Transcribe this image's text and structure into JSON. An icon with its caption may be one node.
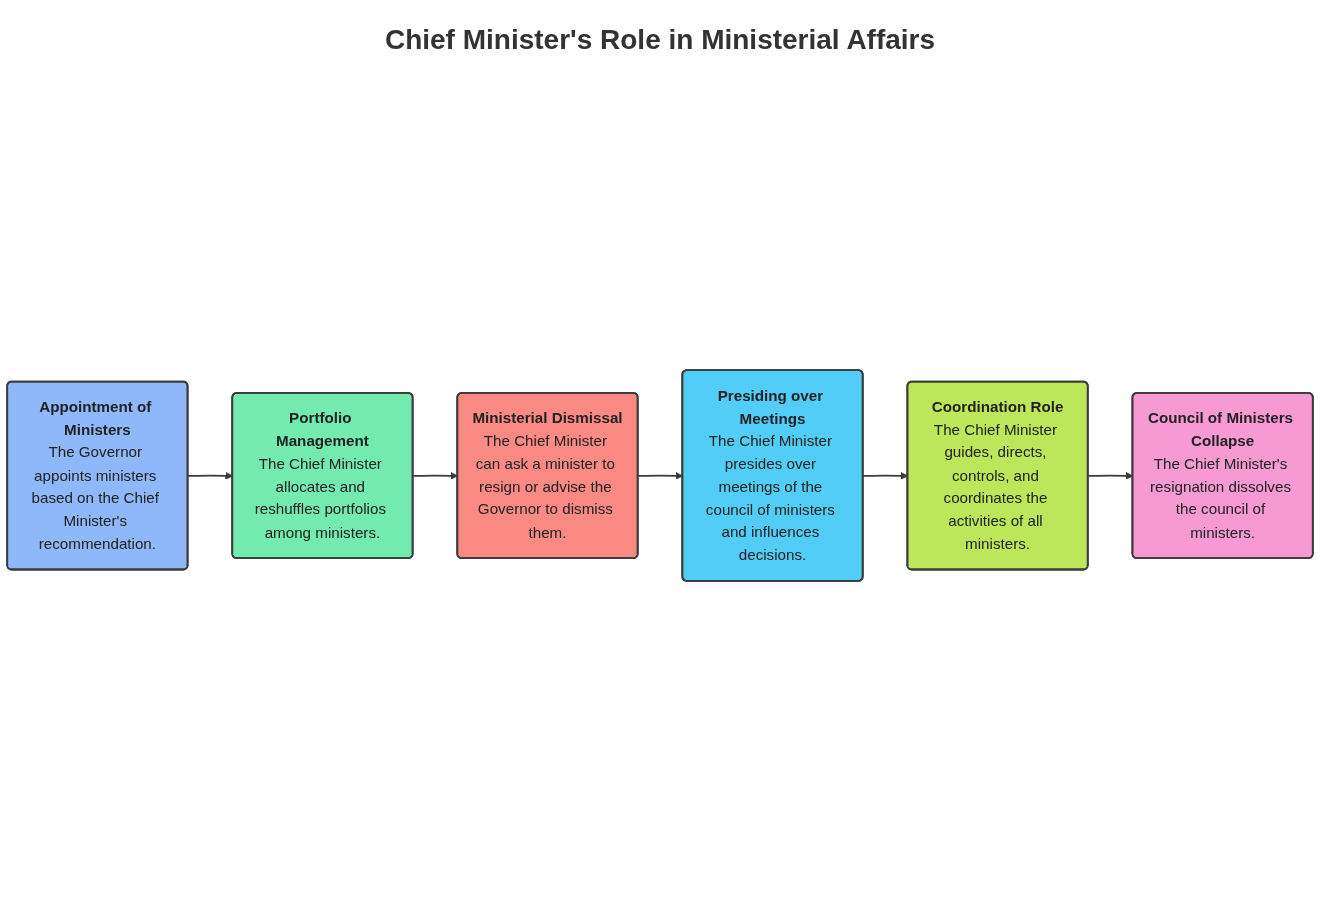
{
  "diagram": {
    "title": "Chief Minister's Role in Ministerial Affairs",
    "nodes": [
      {
        "text": [
          "Appointment of Ministers",
          "The Governor appoints ministers based on the Chief Minister's recommendation."
        ]
      },
      {
        "text": [
          "Portfolio Management",
          "The Chief Minister allocates and reshuffles portfolios among ministers."
        ]
      },
      {
        "text": [
          "Ministerial Dismissal",
          "The Chief Minister can ask a minister to resign or advise the Governor to dismiss them."
        ]
      },
      {
        "text": [
          "Presiding over Meetings",
          "The Chief Minister presides over meetings of the council of ministers and influences decisions."
        ]
      },
      {
        "text": [
          "Coordination Role",
          "The Chief Minister guides, directs, controls, and coordinates the activities of all ministers."
        ]
      },
      {
        "text": [
          "Council of Ministers Collapse",
          "The Chief Minister's resignation dissolves the council of ministers."
        ]
      }
    ],
    "edges": [
      {
        "from": 0,
        "to": 1,
        "arrow": "to"
      },
      {
        "from": 1,
        "to": 2,
        "arrow": "to"
      },
      {
        "from": 2,
        "to": 3,
        "arrow": "to"
      },
      {
        "from": 3,
        "to": 4,
        "arrow": "to"
      },
      {
        "from": 4,
        "to": 5,
        "arrow": "to"
      }
    ]
  }
}
